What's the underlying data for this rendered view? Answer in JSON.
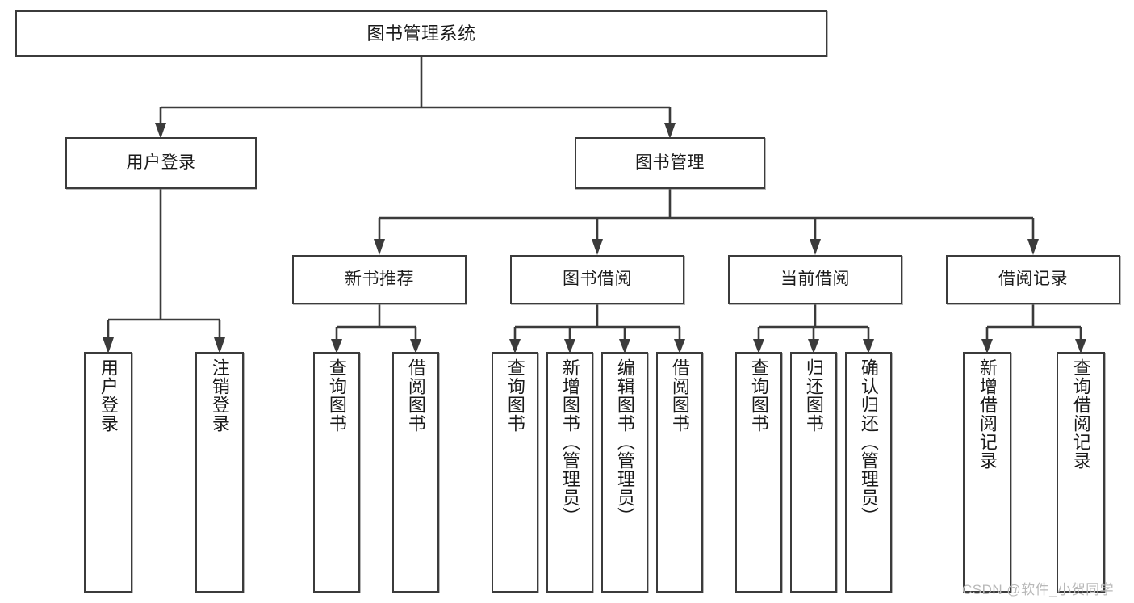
{
  "diagram": {
    "title": "图书管理系统",
    "type": "hierarchy-tree",
    "watermark": "CSDN @软件_小贺同学",
    "colors": {
      "stroke": "#3b3b3b",
      "fill": "#ffffff",
      "text": "#1a1a1a",
      "watermark": "#b9b9b9"
    },
    "levels": {
      "level1": [
        {
          "id": "root",
          "label": "图书管理系统"
        }
      ],
      "level2": [
        {
          "id": "user-login",
          "label": "用户登录",
          "parent": "root"
        },
        {
          "id": "book-manage",
          "label": "图书管理",
          "parent": "root"
        }
      ],
      "level3": [
        {
          "id": "new-book-rec",
          "label": "新书推荐",
          "parent": "book-manage"
        },
        {
          "id": "book-borrow",
          "label": "图书借阅",
          "parent": "book-manage"
        },
        {
          "id": "current-borrow",
          "label": "当前借阅",
          "parent": "book-manage"
        },
        {
          "id": "borrow-record",
          "label": "借阅记录",
          "parent": "book-manage"
        }
      ],
      "level4": [
        {
          "id": "leaf-user-login",
          "label": "用户登录",
          "parent": "user-login"
        },
        {
          "id": "leaf-logout",
          "label": "注销登录",
          "parent": "user-login"
        },
        {
          "id": "leaf-query-book-1",
          "label": "查询图书",
          "parent": "new-book-rec"
        },
        {
          "id": "leaf-borrow-book-1",
          "label": "借阅图书",
          "parent": "new-book-rec"
        },
        {
          "id": "leaf-query-book-2",
          "label": "查询图书",
          "parent": "book-borrow"
        },
        {
          "id": "leaf-add-book",
          "label": "新增图书（管理员）",
          "parent": "book-borrow"
        },
        {
          "id": "leaf-edit-book",
          "label": "编辑图书（管理员）",
          "parent": "book-borrow"
        },
        {
          "id": "leaf-borrow-book-2",
          "label": "借阅图书",
          "parent": "book-borrow"
        },
        {
          "id": "leaf-query-book-3",
          "label": "查询图书",
          "parent": "current-borrow"
        },
        {
          "id": "leaf-return-book",
          "label": "归还图书",
          "parent": "current-borrow"
        },
        {
          "id": "leaf-confirm-return",
          "label": "确认归还（管理员）",
          "parent": "current-borrow"
        },
        {
          "id": "leaf-add-record",
          "label": "新增借阅记录",
          "parent": "borrow-record"
        },
        {
          "id": "leaf-query-record",
          "label": "查询借阅记录",
          "parent": "borrow-record"
        }
      ]
    }
  }
}
